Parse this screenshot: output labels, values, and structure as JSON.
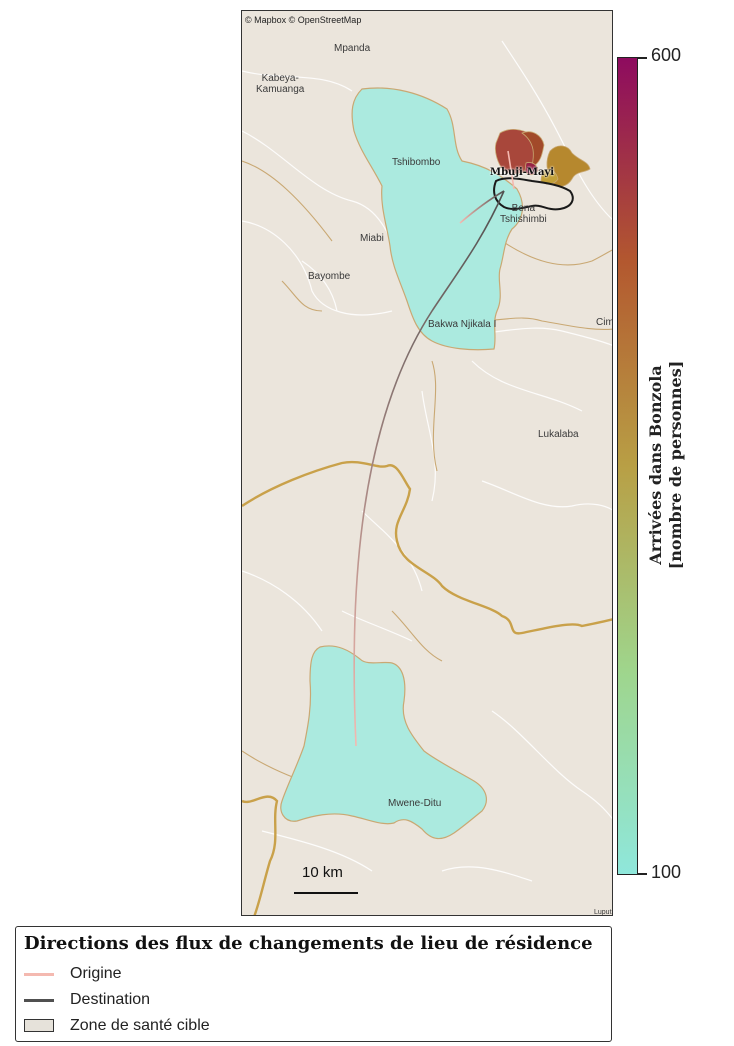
{
  "map": {
    "attribution": "© Mapbox © OpenStreetMap",
    "places": [
      {
        "id": "mpanda",
        "label": "Mpanda"
      },
      {
        "id": "kabeya",
        "label": "Kabeya-\nKamuanga"
      },
      {
        "id": "tshibombo",
        "label": "Tshibombo"
      },
      {
        "id": "bena",
        "label": "Bena\nTshishimbi"
      },
      {
        "id": "miabi",
        "label": "Miabi"
      },
      {
        "id": "bayombe",
        "label": "Bayombe"
      },
      {
        "id": "bakwa",
        "label": "Bakwa Njikala I"
      },
      {
        "id": "cimi",
        "label": "Cimi"
      },
      {
        "id": "lukalaba",
        "label": "Lukalaba"
      },
      {
        "id": "mwene",
        "label": "Mwene-Ditu"
      },
      {
        "id": "luput",
        "label": "Luput"
      }
    ],
    "target_city": "Mbuji-Mayi",
    "scale_label": "10 km",
    "colors": {
      "background": "#ebe5dc",
      "province_border": "#c9a14a",
      "zone_fill": "#abeadf",
      "zone_outline": "#c9a873",
      "target_outline": "#222222"
    }
  },
  "colorbar": {
    "title_line1": "Arrivées dans Bonzola",
    "title_line2": "[nombre de personnes]",
    "min_label": "100",
    "max_label": "600",
    "min_value": 100,
    "max_value": 600,
    "colors": [
      "#8fe7db",
      "#9fd58c",
      "#b89f45",
      "#b3582f",
      "#8e0b5f"
    ]
  },
  "flows": [
    {
      "from": "Mwene-Ditu",
      "to": "Mbuji-Mayi",
      "value": 100
    },
    {
      "from": "Bakwa Njikala I",
      "to": "Mbuji-Mayi",
      "value": 100
    }
  ],
  "legend": {
    "title": "Directions des flux de changements de lieu de résidence",
    "items": [
      {
        "label": "Origine",
        "color": "#f4b9b0",
        "kind": "line"
      },
      {
        "label": "Destination",
        "color": "#505050",
        "kind": "line"
      },
      {
        "label": "Zone de santé cible",
        "color": "#e6e2da",
        "kind": "box"
      }
    ]
  }
}
